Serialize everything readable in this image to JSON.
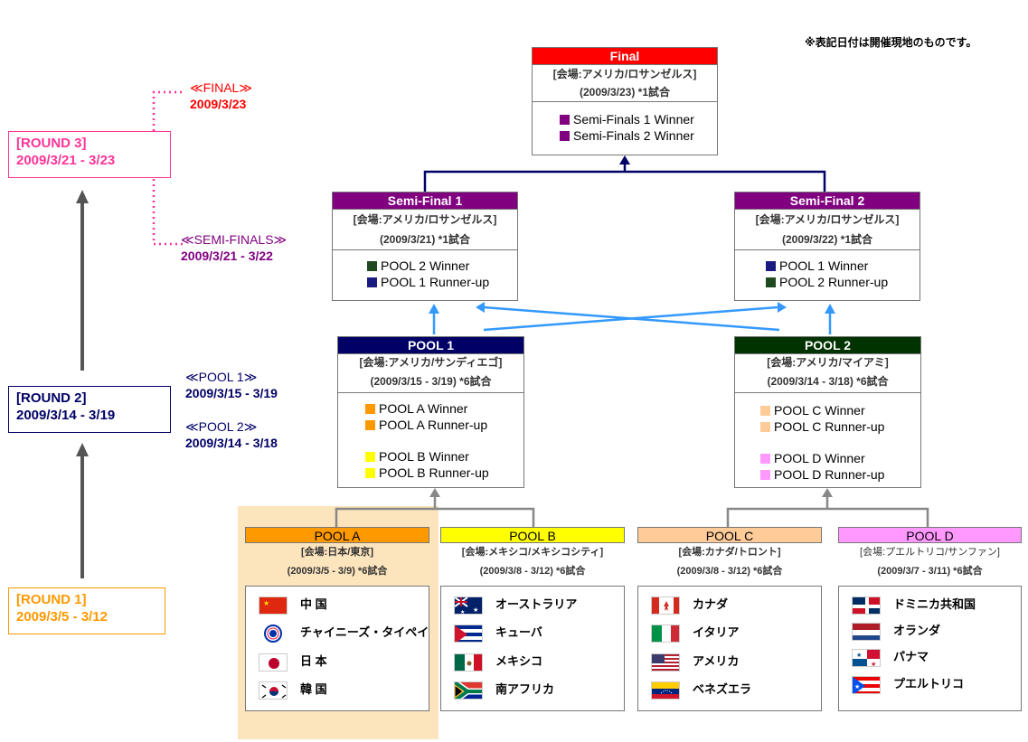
{
  "note": "※表記日付は開催現地のものです。",
  "rounds": {
    "r3": {
      "line1": "[ROUND 3]",
      "line2": "2009/3/21 - 3/23",
      "color": "#ff3399"
    },
    "r2": {
      "line1": "[ROUND 2]",
      "line2": "2009/3/14 - 3/19",
      "color": "#000066"
    },
    "r1": {
      "line1": "[ROUND 1]",
      "line2": "2009/3/5 - 3/12",
      "color": "#ff9900"
    }
  },
  "stages": {
    "final": {
      "title": "≪FINAL≫",
      "dates": "2009/3/23"
    },
    "semis": {
      "title": "≪SEMI-FINALS≫",
      "dates": "2009/3/21 - 3/22"
    },
    "pool1": {
      "title": "≪POOL 1≫",
      "dates": "2009/3/15 - 3/19"
    },
    "pool2": {
      "title": "≪POOL 2≫",
      "dates": "2009/3/14 - 3/18"
    }
  },
  "final": {
    "title": "Final",
    "venue": "[会場:アメリカ/ロサンゼルス]",
    "dates": "(2009/3/23) *1試合",
    "entries": [
      "Semi-Finals 1 Winner",
      "Semi-Finals 2 Winner"
    ],
    "color": "#ff0000",
    "sq": "#800080"
  },
  "semi1": {
    "title": "Semi-Final 1",
    "venue": "[会場:アメリカ/ロサンゼルス]",
    "dates": "(2009/3/21) *1試合",
    "entries": [
      {
        "label": "POOL 2 Winner",
        "color": "#1f4a1f"
      },
      {
        "label": "POOL 1 Runner-up",
        "color": "#1a1a80"
      }
    ],
    "color": "#800080"
  },
  "semi2": {
    "title": "Semi-Final 2",
    "venue": "[会場:アメリカ/ロサンゼルス]",
    "dates": "(2009/3/22) *1試合",
    "entries": [
      {
        "label": "POOL 1 Winner",
        "color": "#1a1a80"
      },
      {
        "label": "POOL 2 Runner-up",
        "color": "#1f4a1f"
      }
    ],
    "color": "#800080"
  },
  "pool1": {
    "title": "POOL 1",
    "venue": "[会場:アメリカ/サンディエゴ]",
    "dates": "(2009/3/15 - 3/19) *6試合",
    "entries": [
      {
        "label": "POOL A Winner",
        "color": "#ff9900"
      },
      {
        "label": "POOL A Runner-up",
        "color": "#ff9900"
      },
      {
        "label": "POOL B Winner",
        "color": "#ffff00"
      },
      {
        "label": "POOL B Runner-up",
        "color": "#ffff00"
      }
    ],
    "color": "#000066"
  },
  "pool2": {
    "title": "POOL 2",
    "venue": "[会場:アメリカ/マイアミ]",
    "dates": "(2009/3/14 - 3/18) *6試合",
    "entries": [
      {
        "label": "POOL C Winner",
        "color": "#ffcc99"
      },
      {
        "label": "POOL C Runner-up",
        "color": "#ffcc99"
      },
      {
        "label": "POOL D Winner",
        "color": "#ff99ff"
      },
      {
        "label": "POOL D Runner-up",
        "color": "#ff99ff"
      }
    ],
    "color": "#003300"
  },
  "poolA": {
    "title": "POOL  A",
    "venue": "[会場:日本/東京]",
    "dates": "(2009/3/5 - 3/9) *6試合",
    "color": "#ff9900",
    "teams": [
      "中 国",
      "チャイニーズ・タイペイ",
      "日 本",
      "韓 国"
    ]
  },
  "poolB": {
    "title": "POOL  B",
    "venue": "[会場:メキシコ/メキシコシティ]",
    "dates": "(2009/3/8 - 3/12) *6試合",
    "color": "#ffff00",
    "teams": [
      "オーストラリア",
      "キューバ",
      "メキシコ",
      "南アフリカ"
    ]
  },
  "poolC": {
    "title": "POOL  C",
    "venue": "[会場:カナダ/トロント]",
    "dates": "(2009/3/8 - 3/12) *6試合",
    "color": "#ffcc99",
    "teams": [
      "カナダ",
      "イタリア",
      "アメリカ",
      "ベネズエラ"
    ]
  },
  "poolD": {
    "title": "POOL  D",
    "venue": "[会場:プエルトリコ/サンファン]",
    "dates": "(2009/3/7 - 3/11) *6試合",
    "color": "#ff99ff",
    "teams": [
      "ドミニカ共和国",
      "オランダ",
      "パナマ",
      "プエルトリコ"
    ]
  }
}
